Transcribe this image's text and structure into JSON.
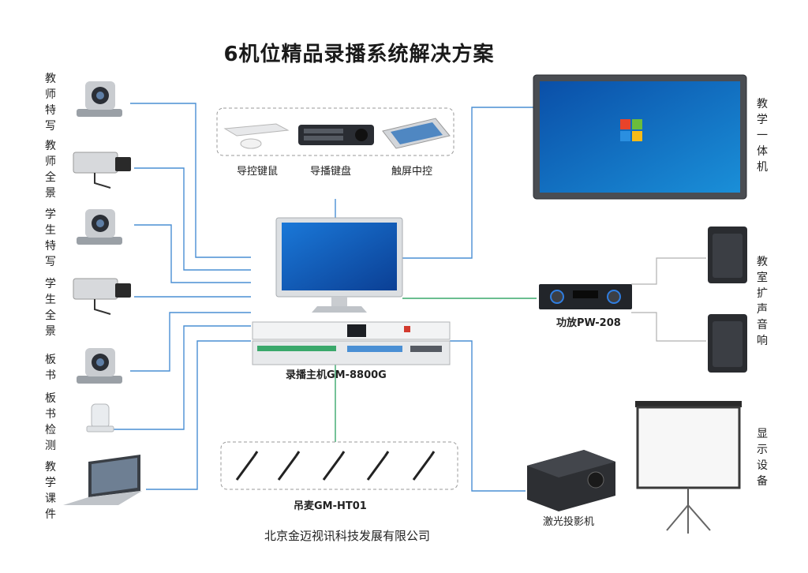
{
  "title": "6机位精品录播系统解决方案",
  "inputs": [
    {
      "id": "teacher-close",
      "label": "教师特写"
    },
    {
      "id": "teacher-wide",
      "label": "教师全景"
    },
    {
      "id": "student-close",
      "label": "学生特写"
    },
    {
      "id": "student-wide",
      "label": "学生全景"
    },
    {
      "id": "board",
      "label": "板书"
    },
    {
      "id": "board-detect",
      "label": "板书检测"
    },
    {
      "id": "courseware",
      "label": "教学课件"
    }
  ],
  "control_devices": [
    "导控键鼠",
    "导播键盘",
    "触屏中控"
  ],
  "recorder_label": "录播主机GM-8800G",
  "mics_label": "吊麦GM-HT01",
  "amp_label": "功放PW-208",
  "right_labels": {
    "all_in_one": "教学一体机",
    "speakers": "教室扩声音响",
    "display": "显示设备"
  },
  "projector_label": "激光投影机",
  "company": "北京金迈视讯科技发展有限公司",
  "colors": {
    "link_blue": "#4a8fd4",
    "link_green": "#3aa86b",
    "link_gray": "#b0b0b0"
  }
}
